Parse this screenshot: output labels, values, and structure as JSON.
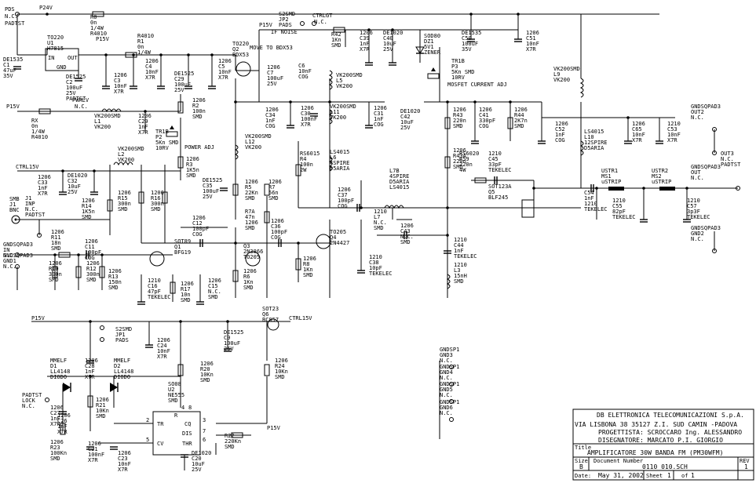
{
  "power": {
    "pds": "PDS",
    "pds_nc": "N.C.",
    "padtst": "PADTST",
    "p24v": "P24V",
    "p15v_a": "P15V",
    "p15v_b": "P15V",
    "p15v_c": "P15V",
    "p15v_d": "P15V",
    "p15v_e": "P15V",
    "ctrl15v_a": "CTRL15V",
    "ctrl15v_b": "CTRL15V"
  },
  "components": [
    {
      "ref": "R0",
      "lines": [
        "R0",
        "0n",
        "1/4W",
        "R4010"
      ]
    },
    {
      "ref": "U1",
      "lines": [
        "TO220",
        "U1",
        "H7815"
      ]
    },
    {
      "ref": "C1",
      "lines": [
        "DE1535",
        "C1",
        "47uF",
        "35V"
      ]
    },
    {
      "ref": "C2",
      "lines": [
        "DE1525",
        "C2",
        "100uF",
        "25V",
        "PADTST"
      ]
    },
    {
      "ref": "C3",
      "lines": [
        "1206",
        "C3",
        "10nF",
        "X7R"
      ]
    },
    {
      "ref": "R1",
      "lines": [
        "R4010",
        "R1",
        "0n",
        "1/4W"
      ]
    },
    {
      "ref": "C4",
      "lines": [
        "1206",
        "C4",
        "10nF",
        "X7R"
      ]
    },
    {
      "ref": "C29",
      "lines": [
        "DE1525",
        "C29",
        "100uF",
        "25V"
      ]
    },
    {
      "ref": "C5",
      "lines": [
        "1206",
        "C5",
        "10nF",
        "X7R"
      ]
    },
    {
      "ref": "Q2",
      "lines": [
        "TO220",
        "Q2",
        "BDX53"
      ]
    },
    {
      "ref": "C7",
      "lines": [
        "1206",
        "C7",
        "100uF",
        "25V"
      ]
    },
    {
      "ref": "JP2",
      "lines": [
        "S2SMD",
        "JP2",
        "PADS"
      ]
    },
    {
      "ref": "R42",
      "lines": [
        "R42",
        "1Kn",
        "SMD"
      ]
    },
    {
      "ref": "C39",
      "lines": [
        "1206",
        "C39",
        "1nF",
        "X7R"
      ]
    },
    {
      "ref": "C40",
      "lines": [
        "DE1020",
        "C40",
        "10uF",
        "25V"
      ]
    },
    {
      "ref": "DZ1",
      "lines": [
        "SOD80",
        "DZ1",
        "5V1",
        "ZENER"
      ]
    },
    {
      "ref": "C50",
      "lines": [
        "DE1535",
        "C50",
        "100uF",
        "35V"
      ]
    },
    {
      "ref": "C51",
      "lines": [
        "1206",
        "C51",
        "10nF",
        "X7R"
      ]
    },
    {
      "ref": "RX",
      "lines": [
        "RX",
        "0n",
        "1/4W",
        "R4010"
      ]
    },
    {
      "ref": "L1",
      "lines": [
        "VK200SMD",
        "L1",
        "VK200"
      ]
    },
    {
      "ref": "C29b",
      "lines": [
        "1206",
        "C29",
        "1nF",
        "X7R"
      ]
    },
    {
      "ref": "P2",
      "lines": [
        "TR1B",
        "P2",
        "5Kn SMD",
        "10RV"
      ]
    },
    {
      "ref": "R2",
      "lines": [
        "1206",
        "R2",
        "100n",
        "SMD"
      ]
    },
    {
      "ref": "C6",
      "lines": [
        "C6",
        "10nF",
        "COG"
      ]
    },
    {
      "ref": "L5",
      "lines": [
        "VK200SMD",
        "L5",
        "VK200"
      ]
    },
    {
      "ref": "P3",
      "lines": [
        "TR1B",
        "P3",
        "5Kn SMD",
        "10RV"
      ]
    },
    {
      "ref": "L9",
      "lines": [
        "VK200SMD",
        "L9",
        "VK200"
      ]
    },
    {
      "ref": "C34",
      "lines": [
        "1206",
        "C34",
        "1nF",
        "COG"
      ]
    },
    {
      "ref": "C30",
      "lines": [
        "1206",
        "C30",
        "100nF",
        "X7R"
      ]
    },
    {
      "ref": "L11",
      "lines": [
        "VK200SMD",
        "L11",
        "VK200"
      ]
    },
    {
      "ref": "C31",
      "lines": [
        "1206",
        "C31",
        "1nF",
        "COG"
      ]
    },
    {
      "ref": "C42",
      "lines": [
        "DE1020",
        "C42",
        "10uF",
        "25V"
      ]
    },
    {
      "ref": "R43",
      "lines": [
        "1206",
        "R43",
        "220n",
        "SMD"
      ]
    },
    {
      "ref": "C41",
      "lines": [
        "1206",
        "C41",
        "330pF",
        "COG"
      ]
    },
    {
      "ref": "R44",
      "lines": [
        "1206",
        "R44",
        "2K7n",
        "SMD"
      ]
    },
    {
      "ref": "C52",
      "lines": [
        "1206",
        "C52",
        "1nF",
        "COG"
      ]
    },
    {
      "ref": "L10",
      "lines": [
        "LS4015",
        "L10",
        "12SPIRE",
        "D5ARIA"
      ]
    },
    {
      "ref": "C65",
      "lines": [
        "1206",
        "C65",
        "10nF",
        "X7R"
      ]
    },
    {
      "ref": "C53",
      "lines": [
        "1210",
        "C53",
        "10nF",
        "X7R"
      ]
    },
    {
      "ref": "L2",
      "lines": [
        "VK200SMD",
        "L2",
        "VK200"
      ]
    },
    {
      "ref": "R3",
      "lines": [
        "1206",
        "R3",
        "1K5n",
        "SMD"
      ]
    },
    {
      "ref": "L12",
      "lines": [
        "VK200SMD",
        "L12",
        "VK200"
      ]
    },
    {
      "ref": "R4",
      "lines": [
        "RS6015",
        "R4",
        "100n",
        "2W"
      ]
    },
    {
      "ref": "L6",
      "lines": [
        "LS4015",
        "L6",
        "4SPIRE",
        "D5ARIA"
      ]
    },
    {
      "ref": "R43b",
      "lines": [
        "1206",
        "R43A",
        "220n",
        "SMD"
      ]
    },
    {
      "ref": "R59",
      "lines": [
        "RS6020",
        "R59",
        "220n",
        "4W"
      ]
    },
    {
      "ref": "C45",
      "lines": [
        "1210",
        "C45",
        "33pF",
        "TEKELEC"
      ]
    },
    {
      "ref": "C33",
      "lines": [
        "1206",
        "C33",
        "1nF",
        "X7R"
      ]
    },
    {
      "ref": "C32",
      "lines": [
        "DE1020",
        "C32",
        "10uF",
        "25V"
      ]
    },
    {
      "ref": "R15",
      "lines": [
        "1206",
        "R15",
        "300n",
        "SMD"
      ]
    },
    {
      "ref": "R16",
      "lines": [
        "1206",
        "R16",
        "300n",
        "SMD"
      ]
    },
    {
      "ref": "C35",
      "lines": [
        "DE1525",
        "C35",
        "100uF",
        "25V"
      ]
    },
    {
      "ref": "R5",
      "lines": [
        "1206",
        "R5",
        "22Kn",
        "SMD"
      ]
    },
    {
      "ref": "R7",
      "lines": [
        "1206",
        "R7",
        "56n",
        "SMD"
      ]
    },
    {
      "ref": "C37",
      "lines": [
        "1206",
        "C37",
        "100pF",
        "COG"
      ]
    },
    {
      "ref": "L7",
      "lines": [
        "L7B",
        "4SPIRE",
        "D5ARIA",
        "LS4015"
      ]
    },
    {
      "ref": "Q5",
      "lines": [
        "SOT123A",
        "Q5",
        "BLF245"
      ]
    },
    {
      "ref": "C54",
      "lines": [
        "C54",
        "1nF",
        "1210",
        "TEKELEC"
      ]
    },
    {
      "ref": "MS1",
      "lines": [
        "USTR1",
        "MS1",
        "uSTRIP"
      ]
    },
    {
      "ref": "MS2",
      "lines": [
        "USTR2",
        "MS2",
        "uSTRIP"
      ]
    },
    {
      "ref": "C55",
      "lines": [
        "1210",
        "C55",
        "82pF",
        "TEKELEC"
      ]
    },
    {
      "ref": "C57",
      "lines": [
        "1210",
        "C57",
        "3p3F",
        "TEKELEC"
      ]
    },
    {
      "ref": "J1",
      "lines": [
        "SMB",
        "J1",
        "BNC"
      ]
    },
    {
      "ref": "R14",
      "lines": [
        "1206",
        "R14",
        "1K5n",
        "SMD"
      ]
    },
    {
      "ref": "C12",
      "lines": [
        "1206",
        "C12",
        "100pF",
        "COG"
      ]
    },
    {
      "ref": "R7A",
      "lines": [
        "R7A",
        "47n",
        "1206",
        "SMD"
      ]
    },
    {
      "ref": "C36",
      "lines": [
        "1206",
        "C36",
        "100pF",
        "COG"
      ]
    },
    {
      "ref": "L7b",
      "lines": [
        "1210",
        "L7",
        "N.C.",
        "SMD"
      ]
    },
    {
      "ref": "R11",
      "lines": [
        "1206",
        "R11",
        "18n",
        "SMD"
      ]
    },
    {
      "ref": "C11",
      "lines": [
        "1206",
        "C11",
        "100pF",
        "COG"
      ]
    },
    {
      "ref": "Q1",
      "lines": [
        "SOT89",
        "Q1",
        "BFG19"
      ]
    },
    {
      "ref": "Q3",
      "lines": [
        "Q3",
        "2N3866",
        "TO205"
      ]
    },
    {
      "ref": "Q4",
      "lines": [
        "TO205",
        "Q4",
        "2N4427"
      ]
    },
    {
      "ref": "C43",
      "lines": [
        "1206",
        "C43",
        "N.C.",
        "SMD"
      ]
    },
    {
      "ref": "R10",
      "lines": [
        "1206",
        "R10",
        "300n",
        "SMD"
      ]
    },
    {
      "ref": "R12",
      "lines": [
        "1206",
        "R12",
        "300n",
        "SMD"
      ]
    },
    {
      "ref": "R13",
      "lines": [
        "1206",
        "R13",
        "150n",
        "SMD"
      ]
    },
    {
      "ref": "C38",
      "lines": [
        "1210",
        "C38",
        "10pF",
        "TEKELEC"
      ]
    },
    {
      "ref": "C44",
      "lines": [
        "1210",
        "C44",
        "1nF",
        "TEKELEC"
      ]
    },
    {
      "ref": "R8",
      "lines": [
        "1206",
        "R8",
        "1Kn",
        "SMD"
      ]
    },
    {
      "ref": "R6",
      "lines": [
        "1206",
        "R6",
        "1Kn",
        "SMD"
      ]
    },
    {
      "ref": "L3",
      "lines": [
        "1210",
        "L3",
        "15nH",
        "SMD"
      ]
    },
    {
      "ref": "C16",
      "lines": [
        "1210",
        "C16",
        "47pF",
        "TEKELEC"
      ]
    },
    {
      "ref": "R17",
      "lines": [
        "1206",
        "R17",
        "10n",
        "SMD"
      ]
    },
    {
      "ref": "C15",
      "lines": [
        "1206",
        "C15",
        "N.C.",
        "SMD"
      ]
    },
    {
      "ref": "Q6",
      "lines": [
        "SOT23",
        "Q6",
        "BC857"
      ]
    },
    {
      "ref": "JP1",
      "lines": [
        "S2SMD",
        "JP1",
        "PADS"
      ]
    },
    {
      "ref": "C24",
      "lines": [
        "1206",
        "C24",
        "10nF",
        "X7R"
      ]
    },
    {
      "ref": "C9",
      "lines": [
        "DE1525",
        "C9",
        "100uF",
        "25V"
      ]
    },
    {
      "ref": "D1",
      "lines": [
        "MMELF",
        "D1",
        "LL4148",
        "DIODO"
      ]
    },
    {
      "ref": "C28",
      "lines": [
        "1206",
        "C28",
        "1nF",
        "X7R"
      ]
    },
    {
      "ref": "D2",
      "lines": [
        "MMELF",
        "D2",
        "LL4148",
        "DIODO"
      ]
    },
    {
      "ref": "R20",
      "lines": [
        "1206",
        "R20",
        "10Kn",
        "SMD"
      ]
    },
    {
      "ref": "R24",
      "lines": [
        "1206",
        "R24",
        "10Kn",
        "SMD"
      ]
    },
    {
      "ref": "C27",
      "lines": [
        "1206",
        "C27",
        "1nF",
        "X7R"
      ]
    },
    {
      "ref": "R21",
      "lines": [
        "1206",
        "R21",
        "10Kn",
        "SMD"
      ]
    },
    {
      "ref": "U2",
      "lines": [
        "SO08",
        "U2",
        "NE555",
        "SMD"
      ]
    },
    {
      "ref": "C26",
      "lines": [
        "1206",
        "C26",
        "1nF",
        "X7R"
      ]
    },
    {
      "ref": "R22",
      "lines": [
        "R22",
        "220Kn",
        "SMD"
      ]
    },
    {
      "ref": "R23",
      "lines": [
        "1206",
        "R23",
        "100Kn",
        "SMD"
      ]
    },
    {
      "ref": "C21",
      "lines": [
        "1206",
        "C21",
        "100nF",
        "X7R"
      ]
    },
    {
      "ref": "C23",
      "lines": [
        "1206",
        "C23",
        "10nF",
        "X7R"
      ]
    },
    {
      "ref": "C20",
      "lines": [
        "DE1020",
        "C20",
        "10uF",
        "25V"
      ]
    }
  ],
  "notes": {
    "if_noise": "IF NOISE",
    "move_to": "MOVE TO BDX53",
    "power_adj": "POWER ADJ",
    "mosfet_adj": "MOSFET CURRENT ADJ",
    "pwrlv": "PWRLV",
    "pwrlv_nc": "N.C.",
    "ctrlgt": "CTRLGT",
    "ctrlgt_nc": "N.C.",
    "padtst2": "PADTST",
    "padtst3": "PADTST"
  },
  "connectors": [
    {
      "label": "GNDSQPAD3",
      "sub": [
        "OUT2",
        "N.C."
      ]
    },
    {
      "label": "",
      "sub": [
        "OUT3",
        "N.C.",
        "PADTST"
      ]
    },
    {
      "label": "GNDSQPAD3",
      "sub": [
        "OUT",
        "N.C."
      ]
    },
    {
      "label": "GNDSQPAD3",
      "sub": [
        "GND2",
        "N.C."
      ]
    },
    {
      "label": "GNDSQPAD3",
      "sub": [
        "IN",
        "N.C."
      ]
    },
    {
      "label": "GNDSQPAD3",
      "sub": [
        "GND1",
        "N.C."
      ]
    },
    {
      "label": "J1",
      "sub": [
        "INP",
        "N.C.",
        "PADTST"
      ]
    },
    {
      "label": "PADTST",
      "sub": [
        "LOCK",
        "N.C."
      ]
    },
    {
      "label": "GNDSP1",
      "sub": [
        "GND3",
        "N.C."
      ]
    },
    {
      "label": "GNDSP1",
      "sub": [
        "GND4",
        "N.C."
      ]
    },
    {
      "label": "GNDSP1",
      "sub": [
        "GND5",
        "N.C."
      ]
    },
    {
      "label": "GNDSP1",
      "sub": [
        "GND6",
        "N.C."
      ]
    }
  ],
  "timer_pins": {
    "tr": "TR",
    "r": "R",
    "cq": "CQ",
    "dis": "DIS",
    "cv": "CV",
    "thr": "THR",
    "p2": "2",
    "p4": "4",
    "p8": "8",
    "p3": "3",
    "p7": "7",
    "p5": "5",
    "p6": "6"
  },
  "title_block": {
    "company": "DB ELETTRONICA TELECOMUNICAZIONI S.p.A.",
    "address": "VIA LISBONA 38 35127 Z.I. SUD CAMIN -PADOVA",
    "designer": "PROGETTISTA: SCROCCARO Ing. ALESSANDRO",
    "draftsman": "DISEGNATORE: MARCATO    P.I.    GIORGIO",
    "title_label": "Title",
    "title": "AMPLIFICATORE 30W BANDA FM (PM30WFM)",
    "size_label": "Size",
    "size": "B",
    "doc_label": "Document Number",
    "doc": "0110_010.SCH",
    "rev_label": "REV",
    "rev": "1",
    "date_label": "Date:",
    "date": "May 31, 2002",
    "sheet_label": "Sheet",
    "sheet": "1",
    "of_label": "of",
    "of": "1"
  }
}
